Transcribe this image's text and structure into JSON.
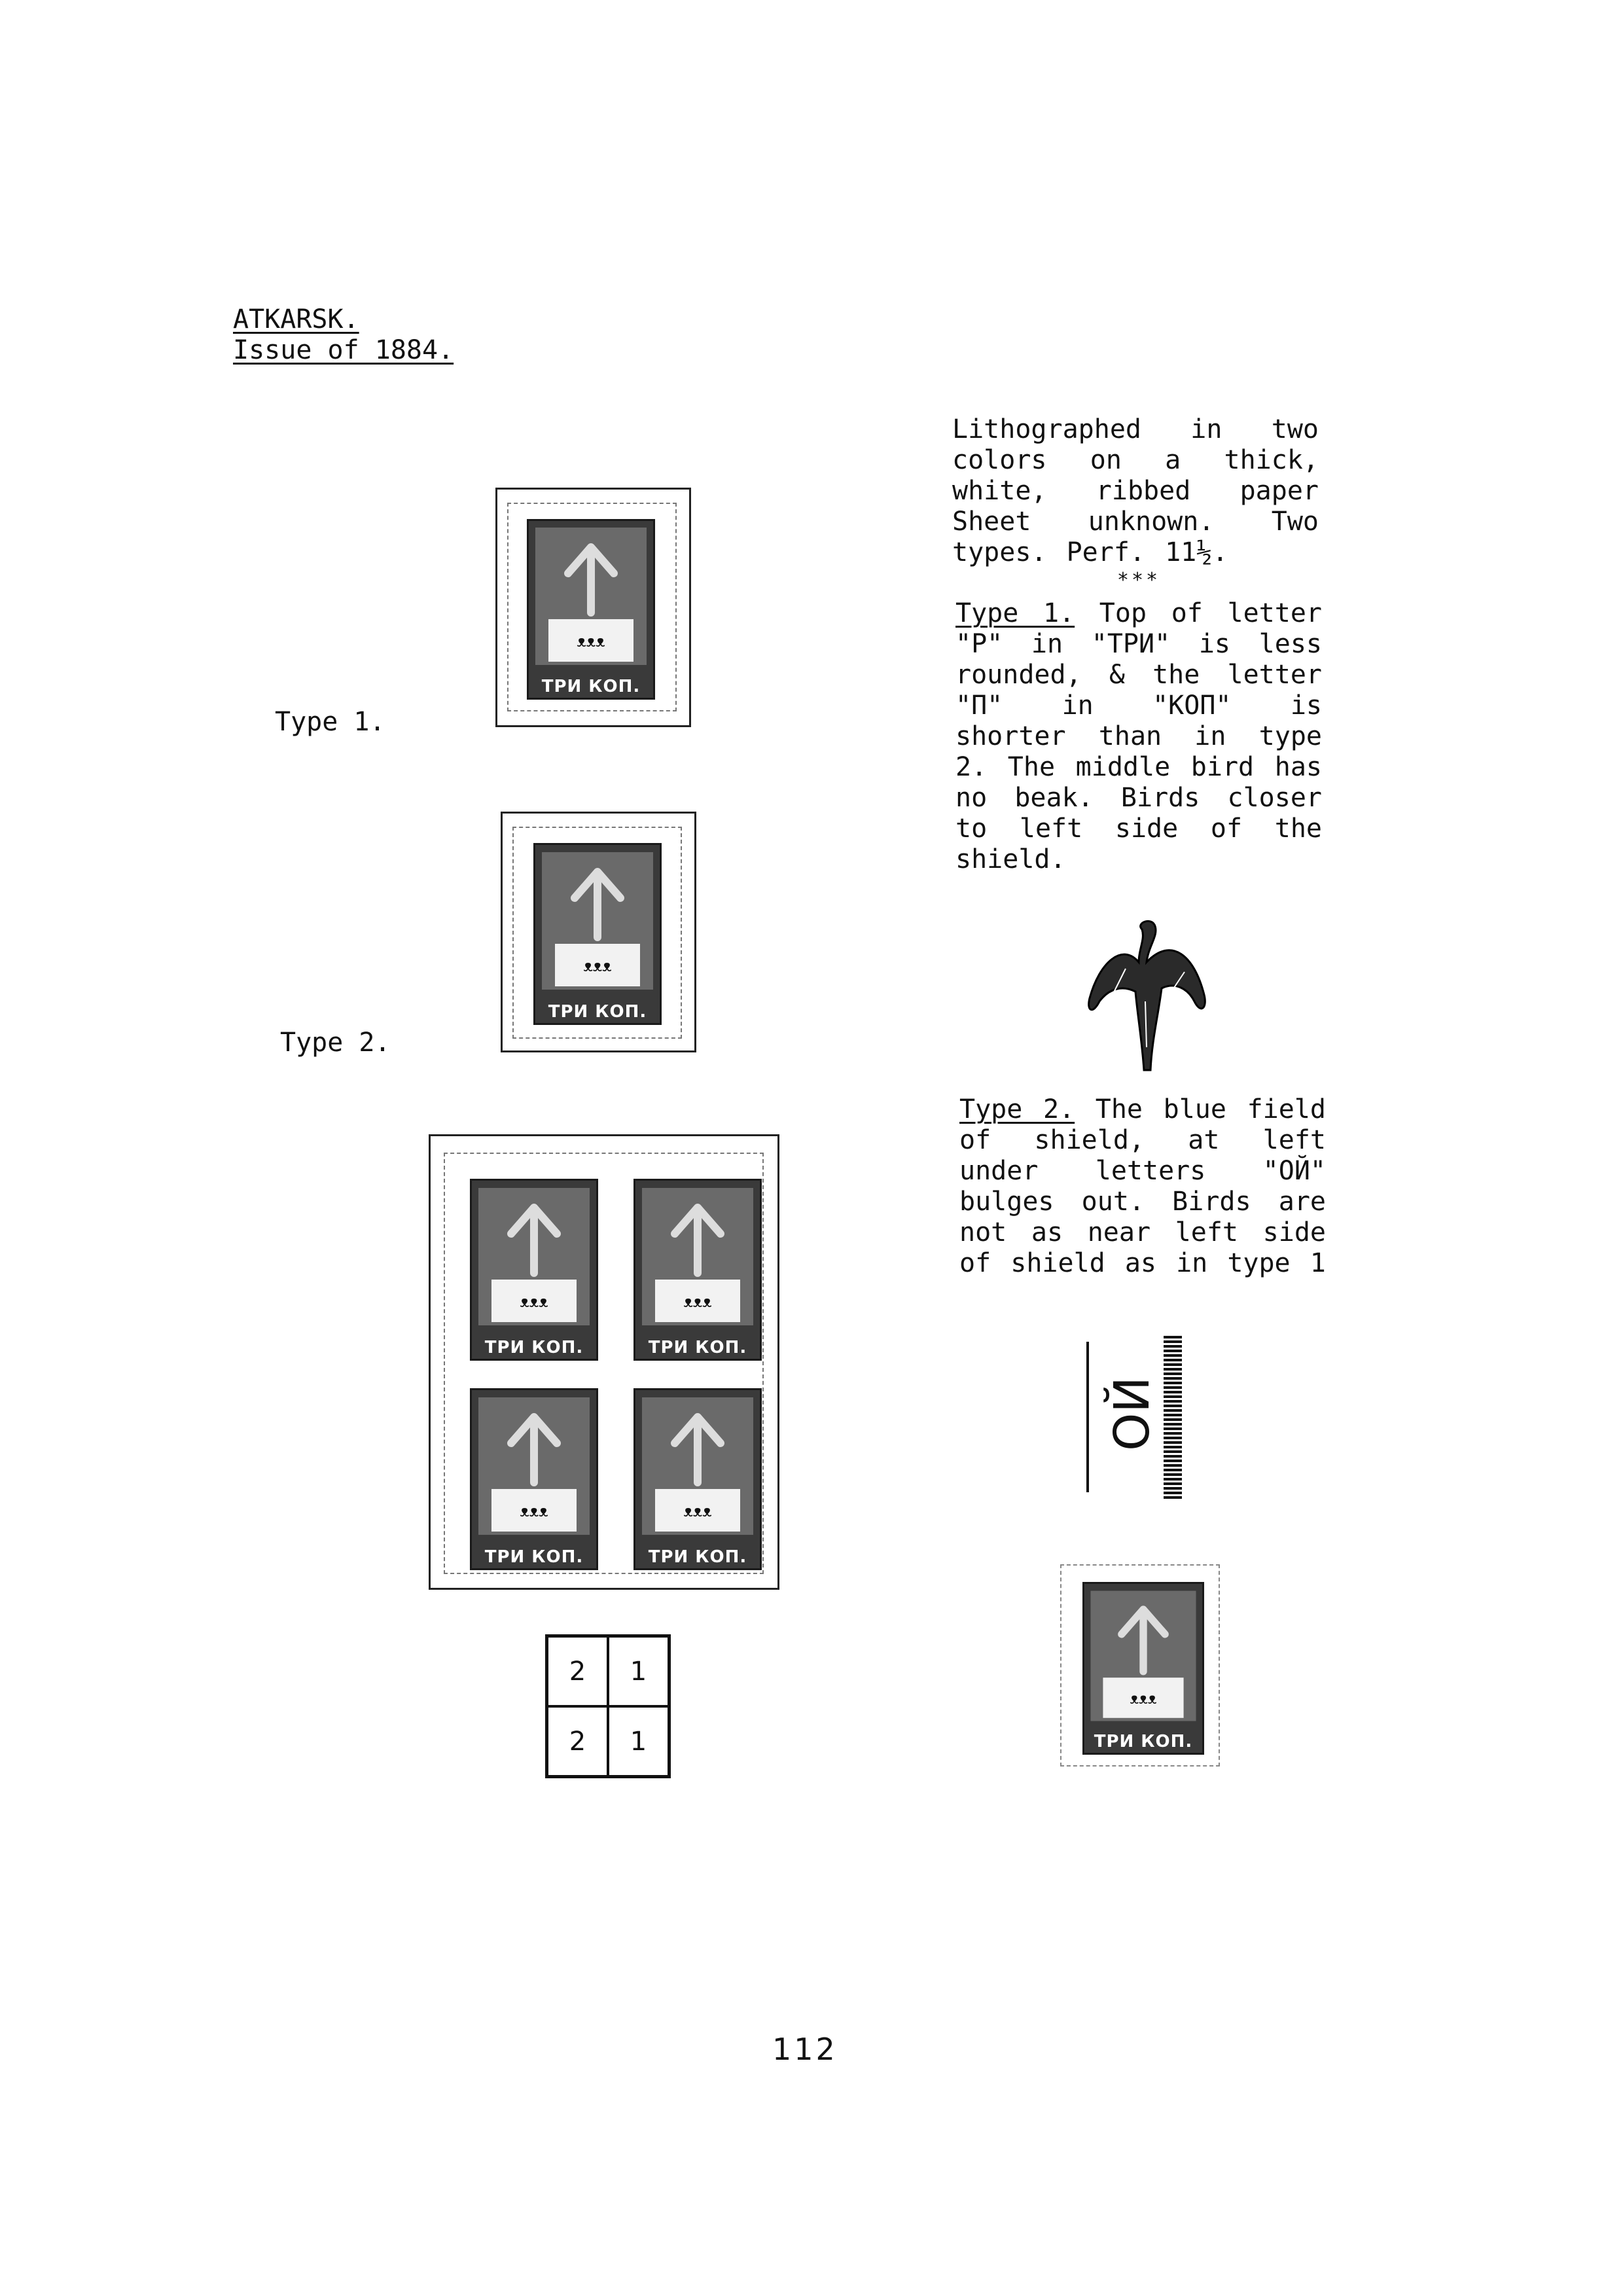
{
  "heading": {
    "title": "ATKARSK.",
    "subtitle": "Issue of 1884."
  },
  "description": {
    "intro": "Lithographed in two colors on a thick, white, ribbed paper Sheet unknown. Two types. Perf. 11½.",
    "separator": "***",
    "type1_label": "Type 1.",
    "type1_text": "Top of letter \"P\" in \"ТРИ\" is less rounded, & the letter \"П\" in \"КОП\" is shorter than in type 2. The middle bird has no beak. Birds closer to left side of the shield.",
    "type2_label": "Type 2.",
    "type2_text": "The blue field of shield, at left under letters \"ОЙ\" bulges out. Birds are not as near left side of shield as in type 1",
    "detail_letters": "ОЙ"
  },
  "stamps": {
    "type1_caption": "Type 1.",
    "type2_caption": "Type 2.",
    "denomination": "ТРИ КОП."
  },
  "layout_grid": {
    "cells": [
      "2",
      "1",
      "2",
      "1"
    ]
  },
  "page_number": "112"
}
